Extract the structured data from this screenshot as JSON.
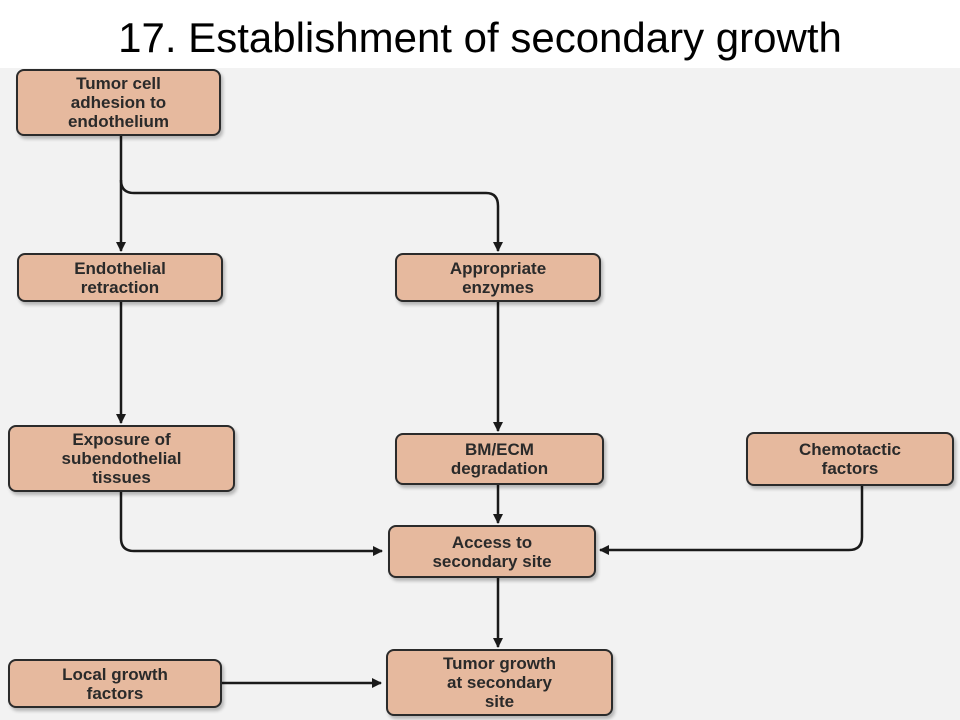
{
  "title": "17. Establishment of secondary growth",
  "colors": {
    "box_fill": "#e6b99e",
    "box_border": "#2b2b2b",
    "background": "#f2f2f2"
  },
  "nodes": {
    "adhesion": "Tumor cell\nadhesion to\nendothelium",
    "retraction": "Endothelial\nretraction",
    "enzymes": "Appropriate\nenzymes",
    "exposure": "Exposure of\nsubendothelial\ntissues",
    "degradation": "BM/ECM\ndegradation",
    "chemotactic": "Chemotactic\nfactors",
    "access": "Access to\nsecondary site",
    "growth": "Tumor growth\nat secondary\nsite",
    "local": "Local growth\nfactors"
  },
  "edges": [
    [
      "adhesion",
      "retraction"
    ],
    [
      "adhesion",
      "enzymes"
    ],
    [
      "retraction",
      "exposure"
    ],
    [
      "enzymes",
      "degradation"
    ],
    [
      "exposure",
      "access"
    ],
    [
      "degradation",
      "access"
    ],
    [
      "chemotactic",
      "access"
    ],
    [
      "access",
      "growth"
    ],
    [
      "local",
      "growth"
    ]
  ]
}
